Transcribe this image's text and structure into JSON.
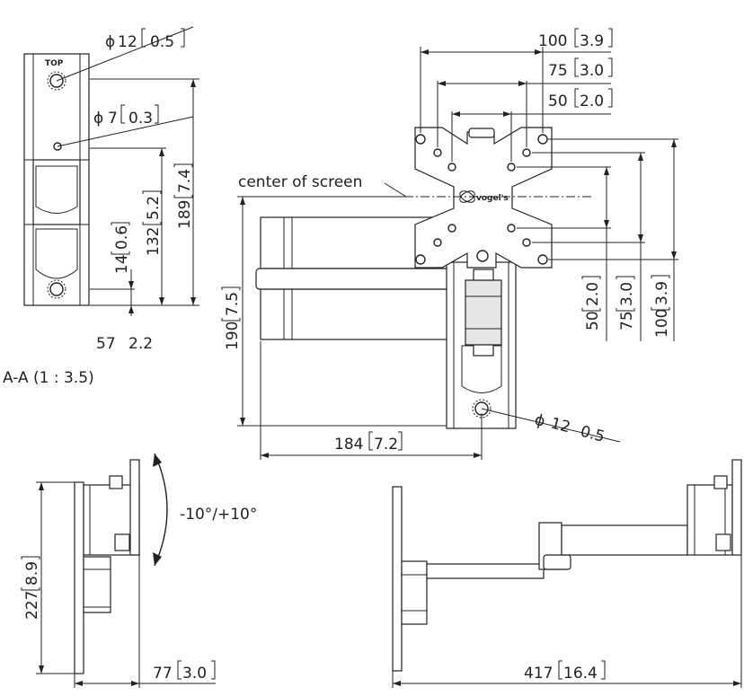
{
  "labels": {
    "section": "A-A (1 : 3.5)",
    "center_of_screen": "center of screen",
    "tilt": "-10°/+10°",
    "top": "TOP"
  },
  "dimensions": {
    "d12_top": "12",
    "d12_top_in": "0.5",
    "d7": "7",
    "d7_in": "0.3",
    "h189": "189",
    "h189_in": "7.4",
    "h132": "132",
    "h132_in": "5.2",
    "h14": "14",
    "h14_in": "0.6",
    "w57": "57",
    "w57_in": "2.2",
    "v100": "100",
    "v100_in": "3.9",
    "v75": "75",
    "v75_in": "3.0",
    "v50": "50",
    "v50_in": "2.0",
    "r50": "50",
    "r50_in": "2.0",
    "r75": "75",
    "r75_in": "3.0",
    "r100": "100",
    "r100_in": "3.9",
    "h190": "190",
    "h190_in": "7.5",
    "w184": "184",
    "w184_in": "7.2",
    "d12_bot": "12",
    "d12_bot_in": "0.5",
    "h227": "227",
    "h227_in": "8.9",
    "w77": "77",
    "w77_in": "3.0",
    "w417": "417",
    "w417_in": "16.4"
  },
  "symbols": {
    "diameter": "ϕ"
  }
}
